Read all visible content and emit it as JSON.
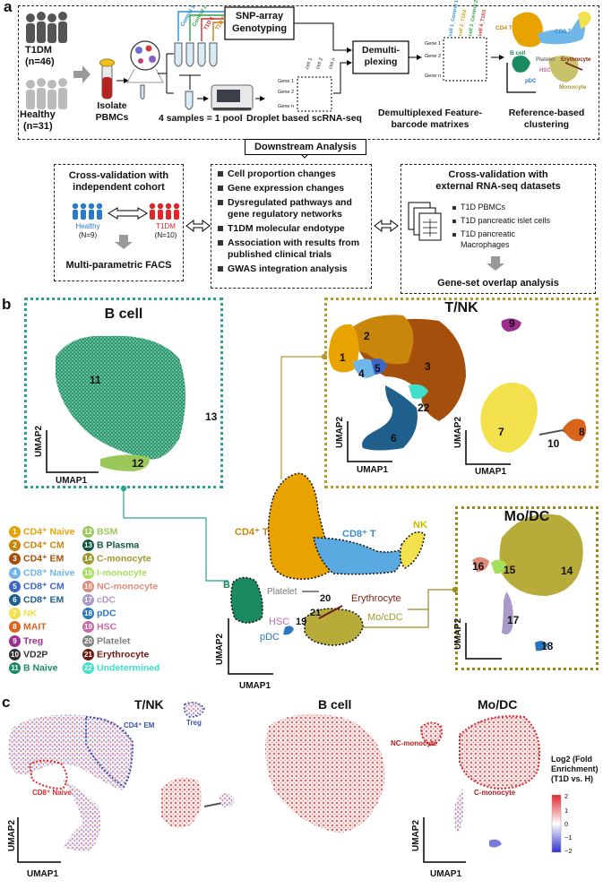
{
  "panel_a": {
    "letter": "a",
    "t1dm": "T1DM",
    "t1dm_n": "(n=46)",
    "healthy": "Healthy",
    "healthy_n": "(n=31)",
    "isolate": "Isolate",
    "pbmcs": "PBMCs",
    "pool_label": "4 samples = 1 pool",
    "tube_labels": [
      "Control 1",
      "Control 2",
      "T1D 1",
      "T1D 2"
    ],
    "snp_box": "SNP-array\nGenotyping",
    "droplet": "Droplet based scRNA-seq",
    "matrix_cells": [
      "cell 1",
      "cell 2",
      "cell n"
    ],
    "matrix_genes": [
      "Gene 1",
      "Gene 2",
      "Gene n"
    ],
    "demux_box": "Demulti-\nplexing",
    "demux_label": "Demultiplexed Feature-\nbarcode matrixes",
    "demux_cols": [
      "cell 1_Control 1",
      "cell 2_T1D2",
      "cell 3_Control 2",
      "cell 4_T1D1"
    ],
    "ref_clustering": "Reference-based\nclustering",
    "cluster_labels": {
      "cd4t": "CD4 T",
      "cd8t": "CD8 T",
      "bcell": "B cell",
      "platelet": "Platelet",
      "erythrocyte": "Erythrocyte",
      "hsc": "HSC",
      "pdc": "pDC",
      "monocyte": "Monocyte"
    },
    "downstream": "Downstream Analysis",
    "cross_cohort_title": "Cross-validation with\nindependent cohort",
    "cohort_healthy": "Healthy",
    "cohort_healthy_n": "(N=9)",
    "cohort_t1dm": "T1DM",
    "cohort_t1dm_n": "(N=10)",
    "facs": "Multi-parametric  FACS",
    "analyses": [
      "Cell  proportion changes",
      "Gene expression changes",
      "Dysregulated pathways and\ngene regulatory networks",
      "T1DM molecular endotype",
      "Association with results from\npublished clinical trials",
      "GWAS integration analysis"
    ],
    "external_title": "Cross-validation with\nexternal RNA-seq datasets",
    "external_items": [
      "T1D PBMCs",
      "T1D pancreatic  islet cells",
      "T1D pancreatic\nMacrophages"
    ],
    "gene_overlap": "Gene-set overlap analysis"
  },
  "panel_b": {
    "letter": "b",
    "bcell_title": "B cell",
    "tnk_title": "T/NK",
    "umap1": "UMAP1",
    "umap2": "UMAP2",
    "main_labels": {
      "cd4": "CD4⁺ T",
      "cd8": "CD8⁺ T",
      "nk": "NK",
      "bcell": "B cell",
      "platelet": "Platelet",
      "erythrocyte": "Erythrocyte",
      "hsc": "HSC",
      "pdc": "pDC",
      "mocdc": "Mo/cDC",
      "mo_dc": "Mo/DC"
    },
    "legend": [
      {
        "n": "1",
        "label": "CD4⁺ Naive",
        "color": "#e8a300"
      },
      {
        "n": "2",
        "label": "CD4⁺ CM",
        "color": "#c8860b"
      },
      {
        "n": "3",
        "label": "CD4⁺ EM",
        "color": "#a4500c"
      },
      {
        "n": "4",
        "label": "CD8⁺ Naive",
        "color": "#6fb7e8"
      },
      {
        "n": "5",
        "label": "CD8⁺ CM",
        "color": "#3e66c9"
      },
      {
        "n": "6",
        "label": "CD8⁺ EM",
        "color": "#1f5f8c"
      },
      {
        "n": "7",
        "label": "NK",
        "color": "#f2e14c"
      },
      {
        "n": "8",
        "label": "MAIT",
        "color": "#d9641c"
      },
      {
        "n": "9",
        "label": "Treg",
        "color": "#9b2e8f"
      },
      {
        "n": "10",
        "label": "VD2P",
        "color": "#333333"
      },
      {
        "n": "11",
        "label": "B Naive",
        "color": "#1a8a60"
      },
      {
        "n": "12",
        "label": "BSM",
        "color": "#9bc85a"
      },
      {
        "n": "13",
        "label": "B Plasma",
        "color": "#0e5a3c"
      },
      {
        "n": "14",
        "label": "C-monocyte",
        "color": "#9b9b2c"
      },
      {
        "n": "15",
        "label": "I-monocyte",
        "color": "#a6df5a"
      },
      {
        "n": "16",
        "label": "NC-monocyte",
        "color": "#e08a7a"
      },
      {
        "n": "17",
        "label": "cDC",
        "color": "#a99bc9"
      },
      {
        "n": "18",
        "label": "pDC",
        "color": "#2a78c0"
      },
      {
        "n": "19",
        "label": "HSC",
        "color": "#c86aa6"
      },
      {
        "n": "20",
        "label": "Platelet",
        "color": "#808080"
      },
      {
        "n": "21",
        "label": "Erythrocyte",
        "color": "#6e1a10"
      },
      {
        "n": "22",
        "label": "Undetermined",
        "color": "#3ee0c8"
      }
    ]
  },
  "panel_c": {
    "letter": "c",
    "tnk": "T/NK",
    "bcell": "B cell",
    "modc": "Mo/DC",
    "cd4em": "CD4⁺ EM",
    "cd8naive": "CD8⁺ Naive",
    "treg": "Treg",
    "ncmono": "NC-monocyte",
    "cmono": "C-monocyte",
    "umap1": "UMAP1",
    "umap2": "UMAP2",
    "colorbar_title": "Log2 (Fold\nEnrichment)\n(T1D vs. H)",
    "colorbar_ticks": [
      "2",
      "1",
      "0",
      "−1",
      "−2"
    ]
  }
}
